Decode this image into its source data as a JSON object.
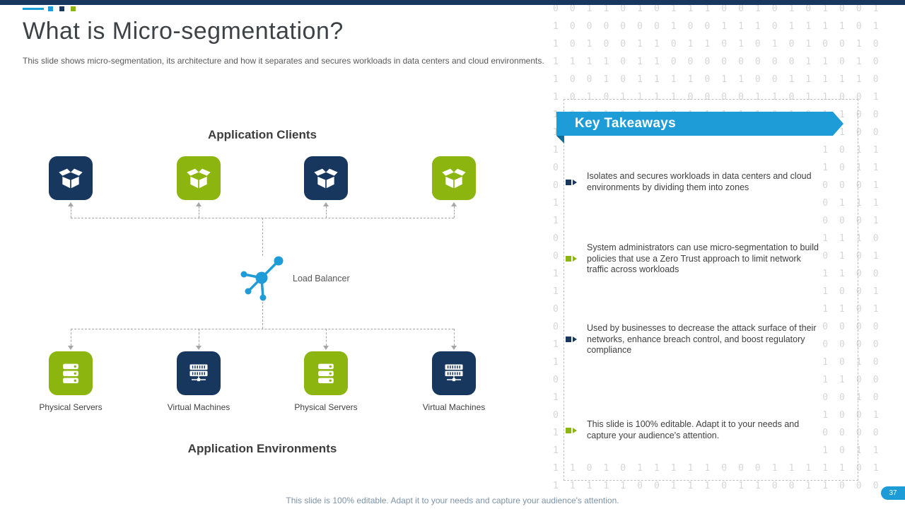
{
  "slide": {
    "title": "What is Micro-segmentation?",
    "subtitle": "This slide shows micro-segmentation, its architecture and how it separates and secures workloads in data centers and cloud environments.",
    "footer": "This slide is 100% editable. Adapt it to your needs and capture your audience's attention.",
    "page_number": "37"
  },
  "diagram": {
    "clients_heading": "Application Clients",
    "environments_heading": "Application Environments",
    "load_balancer_label": "Load Balancer",
    "client_tiles": [
      {
        "icon": "open-box-icon",
        "color": "navy"
      },
      {
        "icon": "open-box-icon",
        "color": "green"
      },
      {
        "icon": "open-box-icon",
        "color": "navy"
      },
      {
        "icon": "open-box-icon",
        "color": "green"
      }
    ],
    "server_tiles": [
      {
        "label": "Physical Servers",
        "icon": "physical-server-icon",
        "color": "green"
      },
      {
        "label": "Virtual Machines",
        "icon": "virtual-machine-icon",
        "color": "navy"
      },
      {
        "label": "Physical Servers",
        "icon": "physical-server-icon",
        "color": "green"
      },
      {
        "label": "Virtual Machines",
        "icon": "virtual-machine-icon",
        "color": "navy"
      }
    ]
  },
  "key_takeaways": {
    "heading": "Key Takeaways",
    "items": [
      {
        "marker_color": "navy",
        "text": "Isolates and secures workloads in data centers and cloud environments by dividing them into zones"
      },
      {
        "marker_color": "green",
        "text": "System administrators can use micro-segmentation to build policies that use a Zero Trust approach to limit network traffic across workloads"
      },
      {
        "marker_color": "navy",
        "text": "Used by businesses to decrease the attack surface of their networks, enhance breach control, and boost regulatory compliance"
      },
      {
        "marker_color": "green",
        "text": "This slide is 100% editable. Adapt it to your needs and capture your audience's attention."
      }
    ]
  },
  "colors": {
    "navy": "#17375e",
    "green": "#8cb50f",
    "cyan": "#1e9cd7",
    "cyan-dark": "#0f6e99",
    "line": "#a6a6a6",
    "pattern": "#d6d6d6",
    "footer": "#7d93a6"
  }
}
